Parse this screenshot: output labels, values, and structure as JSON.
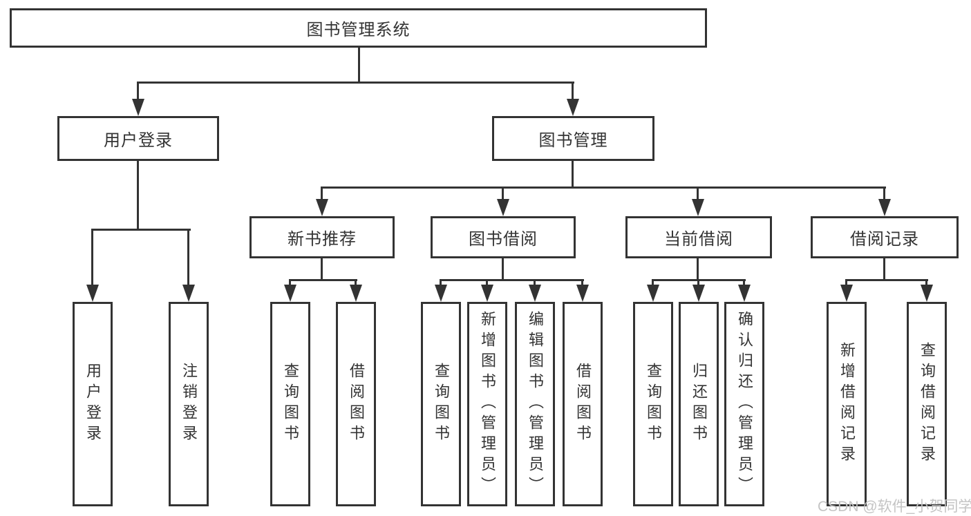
{
  "tree": {
    "root": {
      "label": "图书管理系统"
    },
    "branches": [
      {
        "label": "用户登录",
        "leaves": [
          {
            "label": "用户登录"
          },
          {
            "label": "注销登录"
          }
        ]
      },
      {
        "label": "图书管理",
        "groups": [
          {
            "label": "新书推荐",
            "leaves": [
              {
                "label": "查询图书"
              },
              {
                "label": "借阅图书"
              }
            ]
          },
          {
            "label": "图书借阅",
            "leaves": [
              {
                "label": "查询图书"
              },
              {
                "label": "新增图书（管理员）"
              },
              {
                "label": "编辑图书（管理员）"
              },
              {
                "label": "借阅图书"
              }
            ]
          },
          {
            "label": "当前借阅",
            "leaves": [
              {
                "label": "查询图书"
              },
              {
                "label": "归还图书"
              },
              {
                "label": "确认归还（管理员）"
              }
            ]
          },
          {
            "label": "借阅记录",
            "leaves": [
              {
                "label": "新增借阅记录"
              },
              {
                "label": "查询借阅记录"
              }
            ]
          }
        ]
      }
    ]
  },
  "watermark": {
    "text": "CSDN @软件_小贺同学"
  },
  "colors": {
    "line": "#333333",
    "box_fill": "#ffffff",
    "text": "#333333",
    "watermark": "#c4c4c4",
    "background": "#ffffff"
  }
}
